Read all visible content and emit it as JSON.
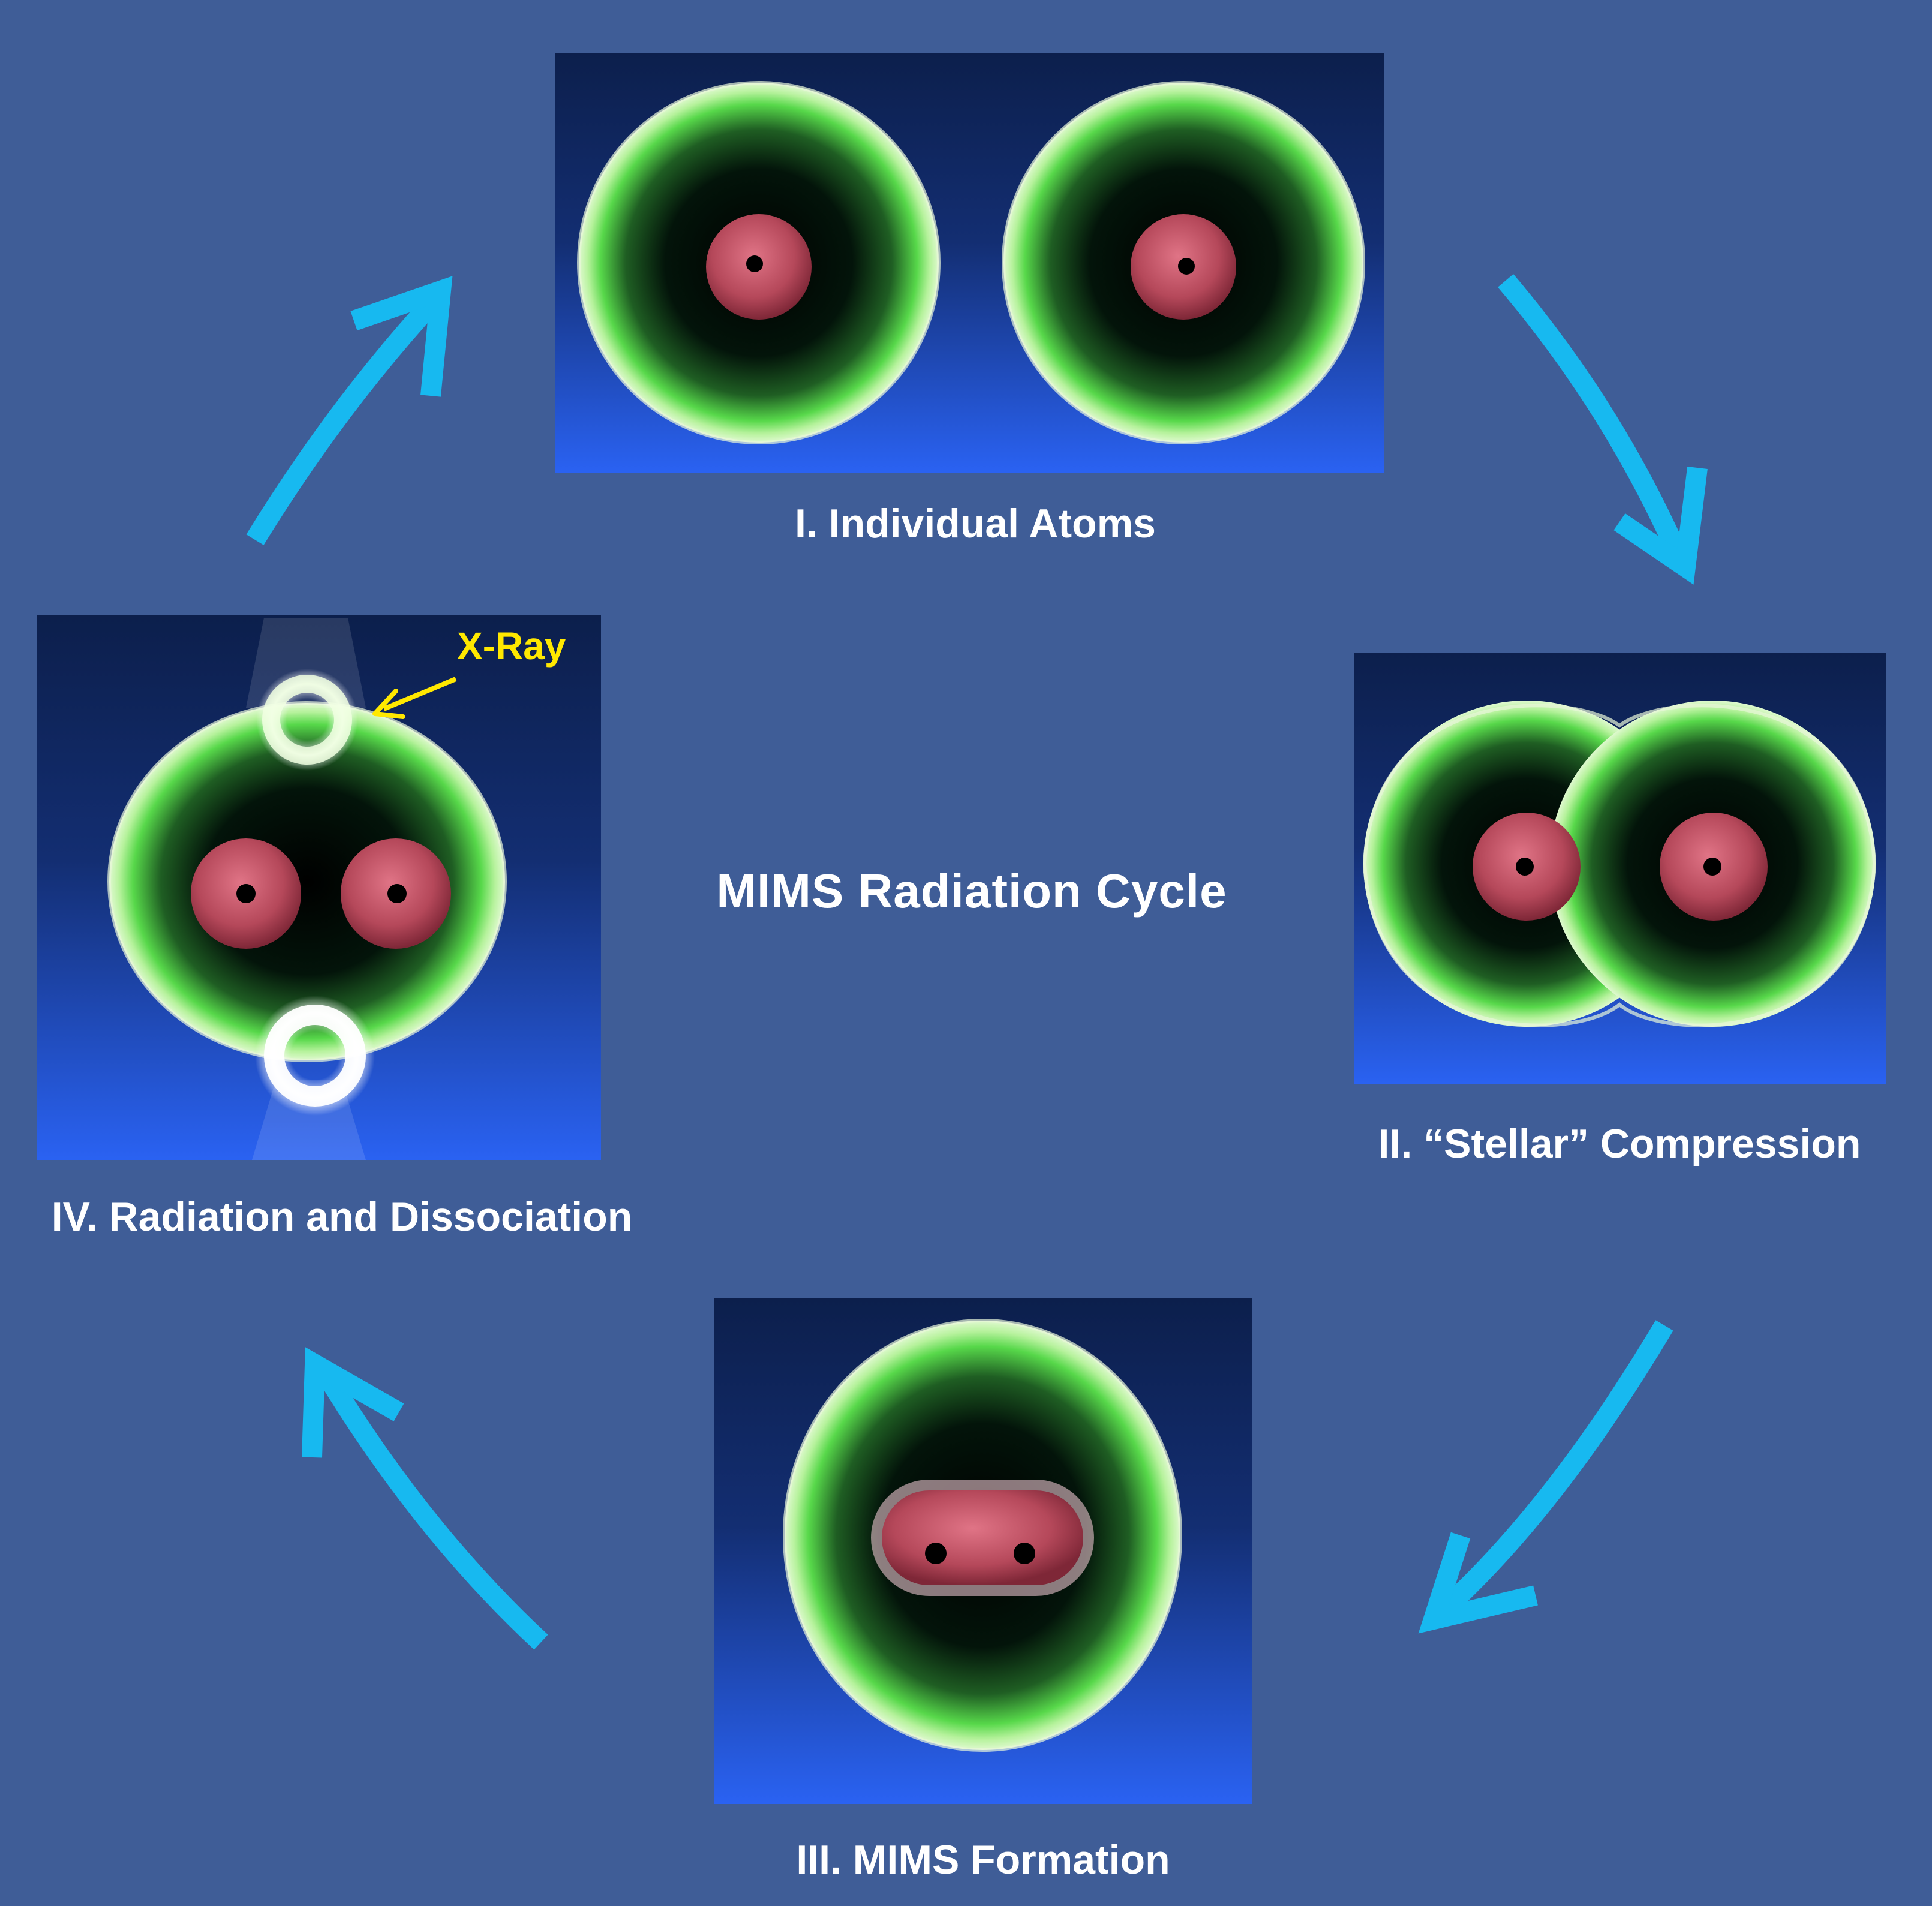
{
  "title": "MIMS Radiation Cycle",
  "stages": {
    "stage1": "I. Individual Atoms",
    "stage2": "II. “Stellar” Compression",
    "stage3": "III. MIMS Formation",
    "stage4": "IV. Radiation and Dissociation"
  },
  "annotation": {
    "xray": "X-Ray"
  },
  "colors": {
    "background": "#3f5d97",
    "arrow": "#17b9f0",
    "shell_green": "#57d84a",
    "nucleus_red": "#b5485a",
    "annotation_yellow": "#ffe800"
  }
}
